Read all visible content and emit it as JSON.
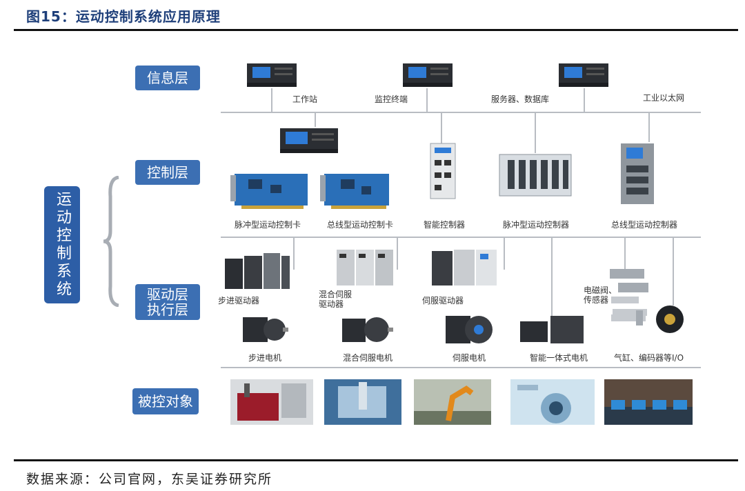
{
  "figure_title": "图15：运动控制系统应用原理",
  "system_label": "运动控制系统",
  "layers": {
    "info": "信息层",
    "control": "控制层",
    "drive_line1": "驱动层",
    "drive_line2": "执行层",
    "object": "被控对象"
  },
  "info_labels": {
    "workstation": "工作站",
    "monitor": "监控终端",
    "server": "服务器、数据库",
    "ethernet": "工业以太网"
  },
  "control_labels": {
    "pulse_card": "脉冲型运动控制卡",
    "bus_card": "总线型运动控制卡",
    "smart_ctrl": "智能控制器",
    "pulse_ctrl": "脉冲型运动控制器",
    "bus_ctrl": "总线型运动控制器"
  },
  "drive_labels": {
    "stepper_driver": "步进驱动器",
    "hybrid_servo_line1": "混合伺服",
    "hybrid_servo_line2": "驱动器",
    "servo_driver": "伺服驱动器",
    "valve_line1": "电磁阀、",
    "valve_line2": "传感器"
  },
  "motor_labels": {
    "stepper_motor": "步进电机",
    "hybrid_motor": "混合伺服电机",
    "servo_motor": "伺服电机",
    "integrated_motor": "智能一体式电机",
    "cylinder": "气缸、编码器等I/O"
  },
  "source": "数据来源：公司官网，东吴证券研究所",
  "colors": {
    "title": "#1e3f7a",
    "layer_box": "#3c6fb3",
    "system_box": "#2d5ea6",
    "connector": "#b8bcc2"
  },
  "icons": [
    "industrial-pc-icon",
    "motion-card-icon",
    "controller-icon",
    "servo-drive-icon",
    "motor-icon",
    "valve-icon",
    "encoder-icon",
    "factory-photo"
  ]
}
